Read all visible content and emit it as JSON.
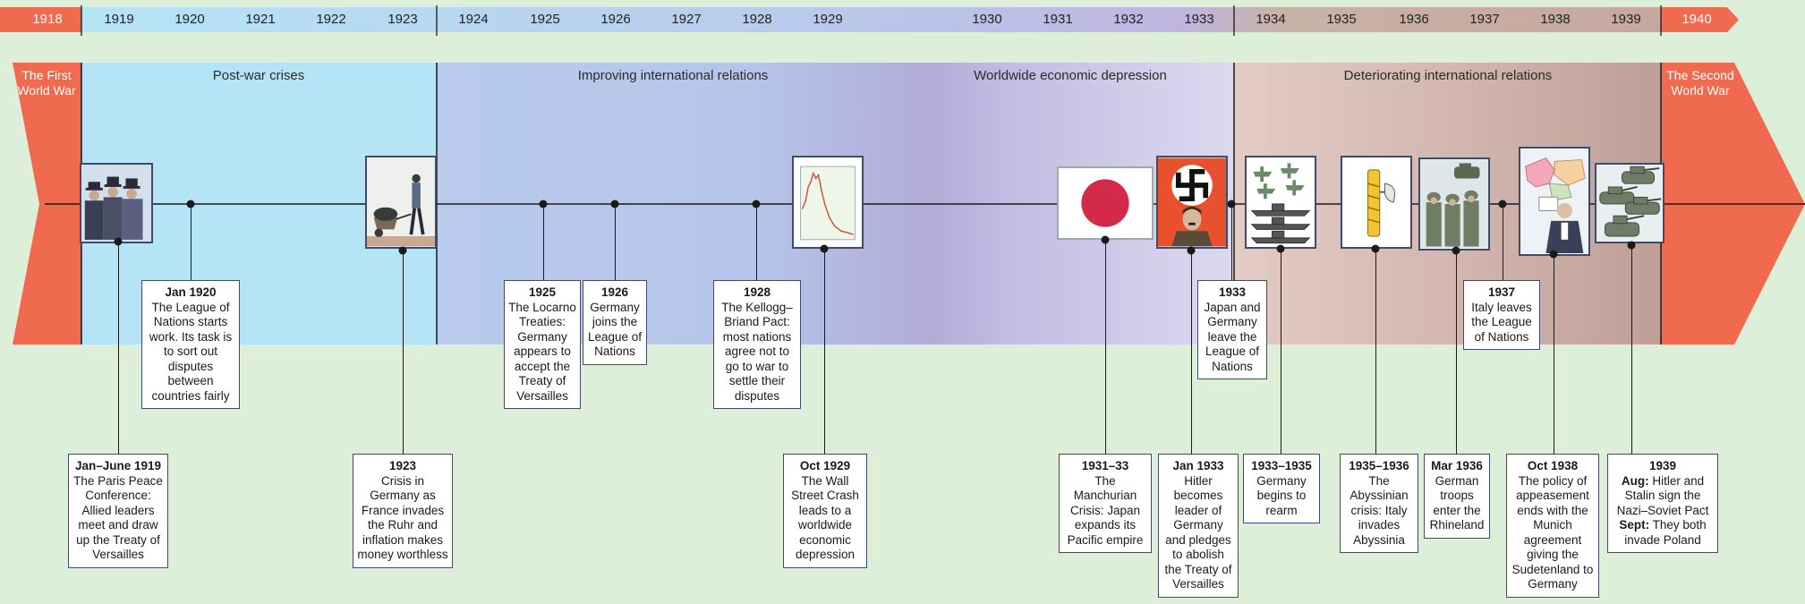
{
  "colors": {
    "red": "#ef6a4e",
    "postwar": "#b6e4f7",
    "improving": "#b9cbec",
    "depression": "#b3acd8",
    "deteriorating": "#c7a8a0",
    "background": "#deefd9"
  },
  "years": [
    "1918",
    "1919",
    "1920",
    "1921",
    "1922",
    "1923",
    "1924",
    "1925",
    "1926",
    "1927",
    "1928",
    "1929",
    "1930",
    "1931",
    "1932",
    "1933",
    "1934",
    "1935",
    "1936",
    "1937",
    "1938",
    "1939",
    "1940"
  ],
  "bookends": {
    "start": "The First World War",
    "end": "The Second World War"
  },
  "periods": [
    "Post-war crises",
    "Improving international relations",
    "Worldwide economic depression",
    "Deteriorating international relations"
  ],
  "events": [
    {
      "date": "Jan 1920",
      "text": "The League of Nations starts work. Its task is to sort out disputes between countries fairly"
    },
    {
      "date": "Jan–June 1919",
      "text": "The Paris Peace Conference: Allied leaders meet and draw up the Treaty of Versailles"
    },
    {
      "date": "1923",
      "text": "Crisis in Germany as France invades the Ruhr and inflation makes money worthless"
    },
    {
      "date": "1925",
      "text": "The Locarno Treaties: Germany appears to accept the Treaty of Versailles"
    },
    {
      "date": "1926",
      "text": "Germany joins the League of Nations"
    },
    {
      "date": "1928",
      "text": "The Kellogg–Briand Pact: most nations agree not to go to war to settle their disputes"
    },
    {
      "date": "Oct 1929",
      "text": "The Wall Street Crash leads to a worldwide economic depression"
    },
    {
      "date": "1931–33",
      "text": "The Manchurian Crisis: Japan expands its Pacific empire"
    },
    {
      "date": "Jan 1933",
      "text": "Hitler becomes leader of Germany and pledges to abolish the Treaty of Versailles"
    },
    {
      "date": "1933",
      "text": "Japan and Germany leave the League of Nations"
    },
    {
      "date": "1933–1935",
      "text": "Germany begins to rearm"
    },
    {
      "date": "1935–1936",
      "text": "The Abyssinian crisis: Italy invades Abyssinia"
    },
    {
      "date": "Mar 1936",
      "text": "German troops enter the Rhineland"
    },
    {
      "date": "1937",
      "text": "Italy leaves the League of Nations"
    },
    {
      "date": "Oct 1938",
      "text": "The policy of appeasement ends with the Munich agreement giving the Sudetenland to Germany"
    },
    {
      "date": "1939",
      "text_parts": [
        {
          "label": "Aug:",
          "text": " Hitler and Stalin sign the Nazi–Soviet Pact"
        },
        {
          "label": "Sept:",
          "text": " They both invade Poland"
        }
      ]
    }
  ],
  "pictures": [
    {
      "icon": "politicians-icon"
    },
    {
      "icon": "wheelbarrow-money-icon"
    },
    {
      "icon": "stock-crash-chart-icon"
    },
    {
      "icon": "japan-flag-icon"
    },
    {
      "icon": "hitler-swastika-icon"
    },
    {
      "icon": "warplanes-warships-icon"
    },
    {
      "icon": "fasces-icon"
    },
    {
      "icon": "german-soldiers-icon"
    },
    {
      "icon": "munich-map-icon"
    },
    {
      "icon": "tanks-icon"
    }
  ]
}
